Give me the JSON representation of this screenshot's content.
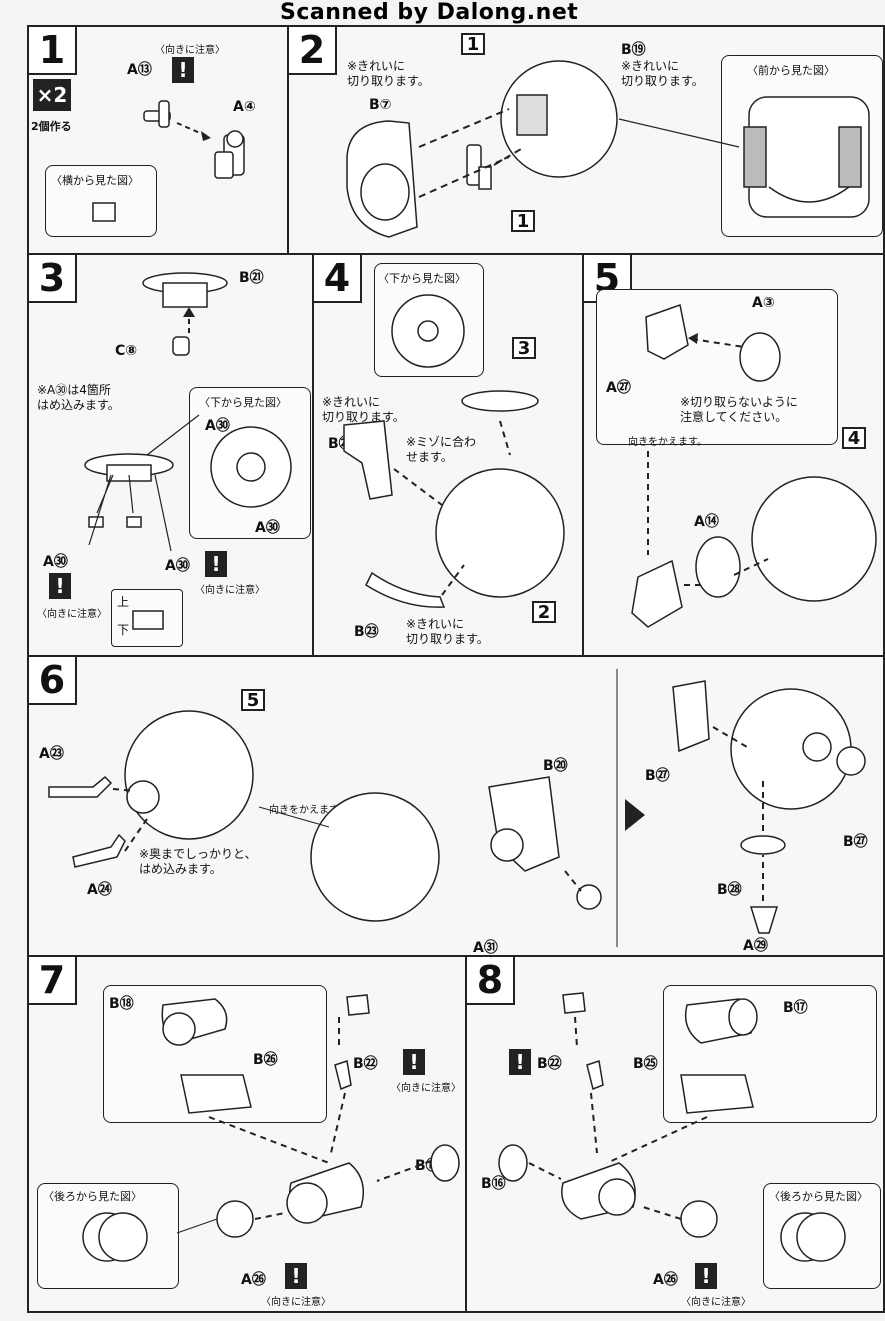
{
  "watermark": "Scanned by Dalong.net",
  "steps": {
    "s1": {
      "num": "1",
      "x2": "×2",
      "make2": "2個作る",
      "caution": "〈向きに注意〉",
      "partA13": "A⑬",
      "partA4": "A④",
      "view_label": "〈横から見た図〉"
    },
    "s2": {
      "num": "2",
      "ref1": "1",
      "ref1b": "1",
      "note_clean1": "※きれいに\n切り取ります。",
      "partB7": "B⑦",
      "partB19": "B⑲",
      "note_clean2": "※きれいに\n切り取ります。",
      "view_label": "〈前から見た図〉"
    },
    "s3": {
      "num": "3",
      "partB21": "B㉑",
      "partC8": "C⑧",
      "note": "※A㉚は4箇所\nはめ込みます。",
      "view_label": "〈下から見た図〉",
      "partA30a": "A㉚",
      "partA30b": "A㉚",
      "partA30c": "A㉚",
      "partA30d": "A㉚",
      "caution_a": "〈向きに注意〉",
      "caution_b": "〈向きに注意〉",
      "up": "上",
      "down": "下"
    },
    "s4": {
      "num": "4",
      "view_label": "〈下から見た図〉",
      "ref3": "3",
      "note_clean1": "※きれいに\n切り取ります。",
      "partB24": "B㉔",
      "note_groove": "※ミゾに合わ\nせます。",
      "partB23": "B㉓",
      "note_clean2": "※きれいに\n切り取ります。",
      "ref2": "2"
    },
    "s5": {
      "num": "5",
      "partA3": "A③",
      "partA27": "A㉗",
      "note": "※切り取らないように\n注意してください。",
      "turn": "向きをかえます。",
      "ref4": "4",
      "partA14": "A⑭"
    },
    "s6": {
      "num": "6",
      "ref5": "5",
      "partA23": "A㉓",
      "partA24": "A㉔",
      "note": "※奥までしっかりと、\nはめ込みます。",
      "turn": "向きをかえます。",
      "partB20": "B⑳",
      "partA31": "A㉛",
      "partB27a": "B㉗",
      "partB27b": "B㉗",
      "partB28": "B㉘",
      "partA29": "A㉙"
    },
    "s7": {
      "num": "7",
      "partB18": "B⑱",
      "partB26": "B㉖",
      "partB22": "B㉒",
      "caution1": "〈向きに注意〉",
      "partB16": "B⑯",
      "view_label": "〈後ろから見た図〉",
      "partA26": "A㉖",
      "caution2": "〈向きに注意〉"
    },
    "s8": {
      "num": "8",
      "partB17": "B⑰",
      "partB22": "B㉒",
      "partB25": "B㉕",
      "partB16": "B⑯",
      "view_label": "〈後ろから見た図〉",
      "partA26": "A㉖",
      "caution": "〈向きに注意〉"
    }
  }
}
